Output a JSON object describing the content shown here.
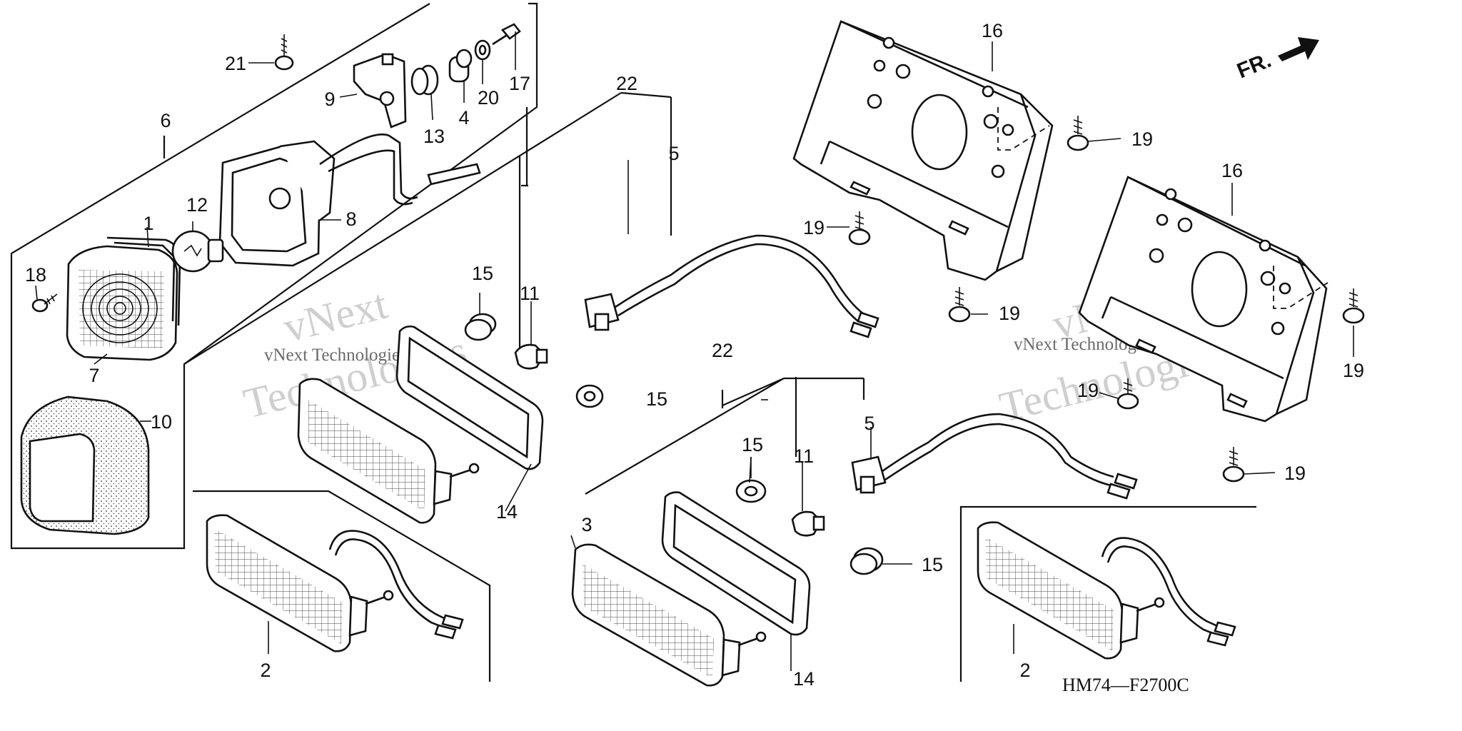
{
  "diagram": {
    "drawing_code": "HM74—F2700C",
    "direction_label": "FR.",
    "watermark": {
      "line1": "vNext",
      "line2": "Technologies",
      "small": "vNext Technologies"
    },
    "callouts": {
      "c1": "1",
      "c2a": "2",
      "c2b": "2",
      "c3": "3",
      "c4": "4",
      "c5a": "5",
      "c5b": "5",
      "c6": "6",
      "c7": "7",
      "c8": "8",
      "c9": "9",
      "c10": "10",
      "c11a": "11",
      "c11b": "11",
      "c12": "12",
      "c13": "13",
      "c14a": "14",
      "c14b": "14",
      "c15a": "15",
      "c15b": "15",
      "c15c": "15",
      "c15d": "15",
      "c16a": "16",
      "c16b": "16",
      "c17": "17",
      "c18": "18",
      "c19a": "19",
      "c19b": "19",
      "c19c": "19",
      "c19d": "19",
      "c19e": "19",
      "c19f": "19",
      "c20": "20",
      "c21": "21",
      "c22a": "22",
      "c22b": "22"
    }
  }
}
